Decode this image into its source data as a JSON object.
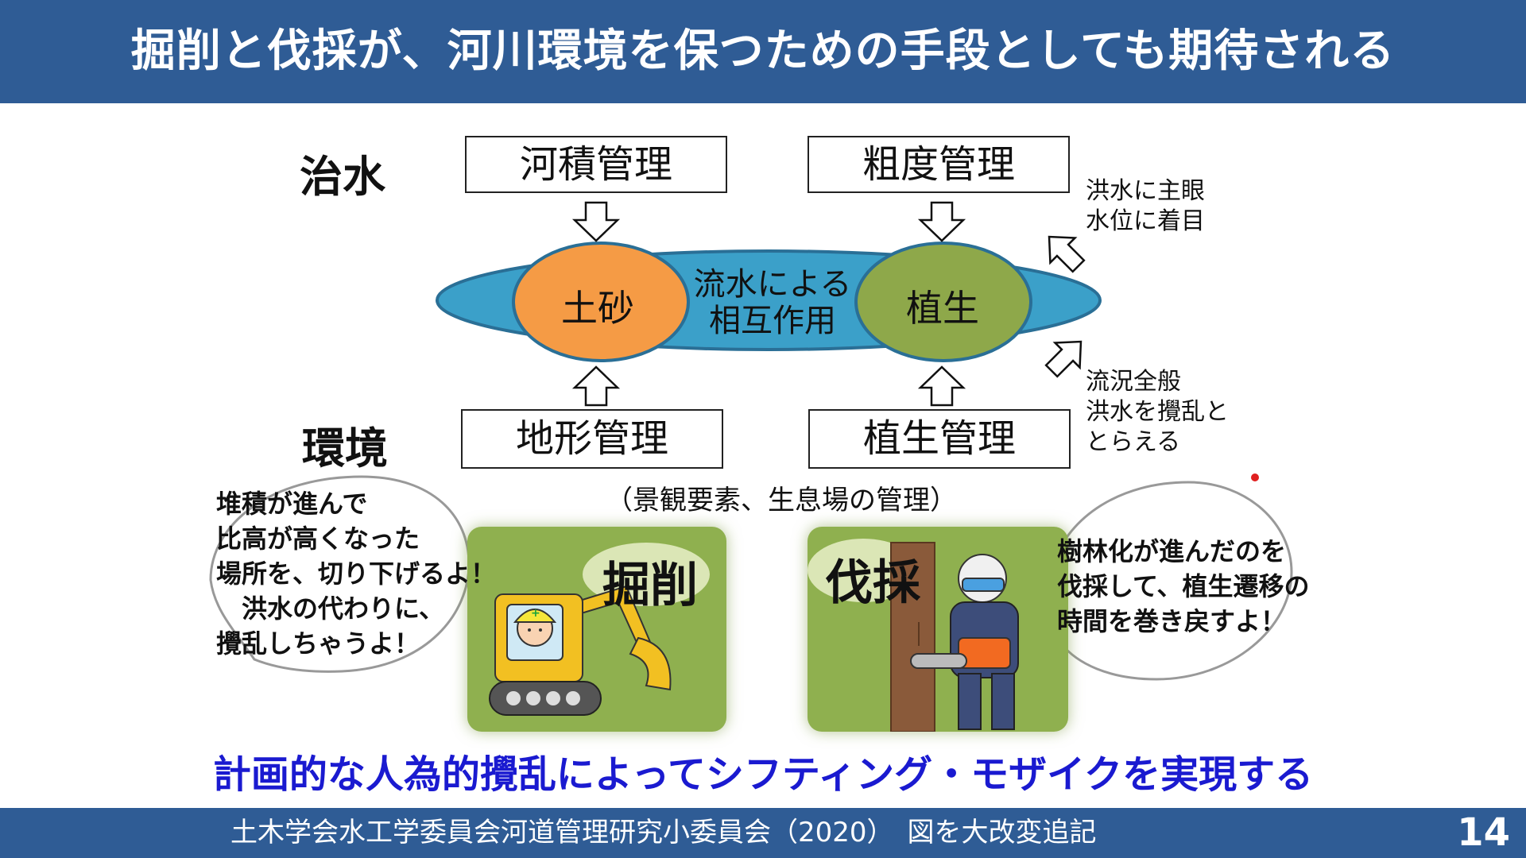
{
  "slide": {
    "title": "掘削と伐採が、河川環境を保つための手段としても期待される",
    "page_number": "14",
    "footer": "土木学会水工学委員会河道管理研究小委員会（2020）　図を大改変追記",
    "bottom_message": "計画的な人為的攪乱によってシフティング・モザイクを実現する"
  },
  "diagram": {
    "row_flood": "治水",
    "row_env": "環境",
    "box_top_left": "河積管理",
    "box_top_right": "粗度管理",
    "box_bottom_left": "地形管理",
    "box_bottom_right": "植生管理",
    "sediment": "土砂",
    "vegetation": "植生",
    "interaction_line1": "流水による",
    "interaction_line2": "相互作用",
    "note_flood": "洪水に主眼\n水位に着目",
    "note_env": "流況全般\n洪水を攪乱と\nとらえる",
    "mgmt_note": "（景観要素、生息場の管理）"
  },
  "cards": {
    "excavation_label": "掘削",
    "felling_label": "伐採"
  },
  "bubbles": {
    "left": "堆積が進んで\n比高が高くなった\n場所を、切り下げるよ！\n　洪水の代わりに、\n攪乱しちゃうよ！",
    "right": "樹林化が進んだのを\n伐採して、植生遷移の\n時間を巻き戻すよ！"
  },
  "colors": {
    "header": "#2f5c95",
    "ellipse_blue": "#3ba0c9",
    "sediment_orange": "#f59b45",
    "vegetation_green": "#8ea84a",
    "card_green": "#8fb04f",
    "message_blue": "#1a1ad0"
  }
}
